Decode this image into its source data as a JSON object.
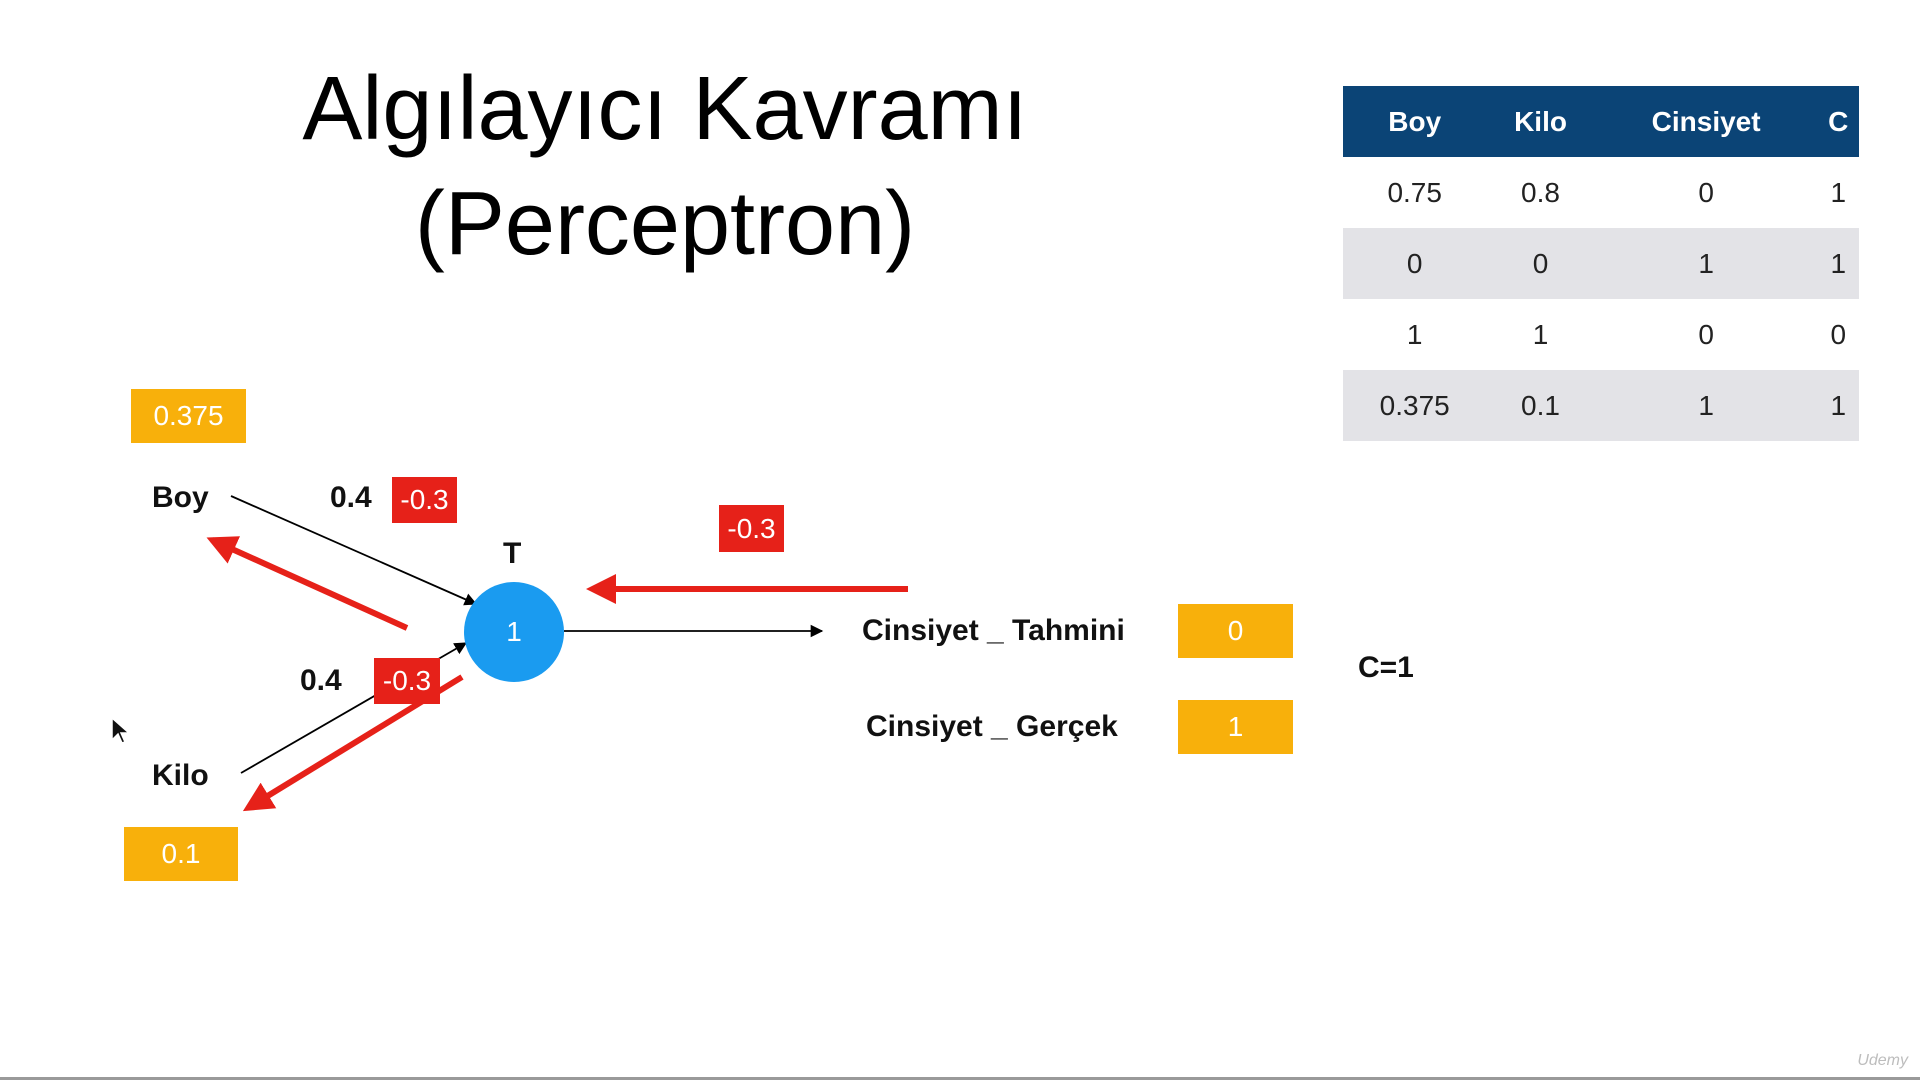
{
  "title": {
    "line1": "Algılayıcı Kavramı",
    "line2": "(Perceptron)"
  },
  "table": {
    "headers": [
      "Boy",
      "Kilo",
      "Cinsiyet",
      "C"
    ],
    "rows": [
      [
        "0.75",
        "0.8",
        "0",
        "1"
      ],
      [
        "0",
        "0",
        "1",
        "1"
      ],
      [
        "1",
        "1",
        "0",
        "0"
      ],
      [
        "0.375",
        "0.1",
        "1",
        "1"
      ]
    ]
  },
  "diagram": {
    "boy_value": "0.375",
    "boy_label": "Boy",
    "boy_weight": "0.4",
    "boy_weight_delta": "-0.3",
    "kilo_value": "0.1",
    "kilo_label": "Kilo",
    "kilo_weight": "0.4",
    "kilo_weight_delta": "-0.3",
    "threshold_label": "T",
    "neuron_value": "1",
    "error_value": "-0.3",
    "predicted_label": "Cinsiyet _ Tahmini",
    "predicted_value": "0",
    "actual_label": "Cinsiyet _ Gerçek",
    "actual_value": "1",
    "class_label": "C=1"
  },
  "watermark": "Udemy",
  "colors": {
    "header_bg": "#0b4476",
    "value_box": "#f8b00b",
    "delta_box": "#e62119",
    "neuron": "#1a9bf0",
    "backprop_arrow": "#e62119"
  }
}
